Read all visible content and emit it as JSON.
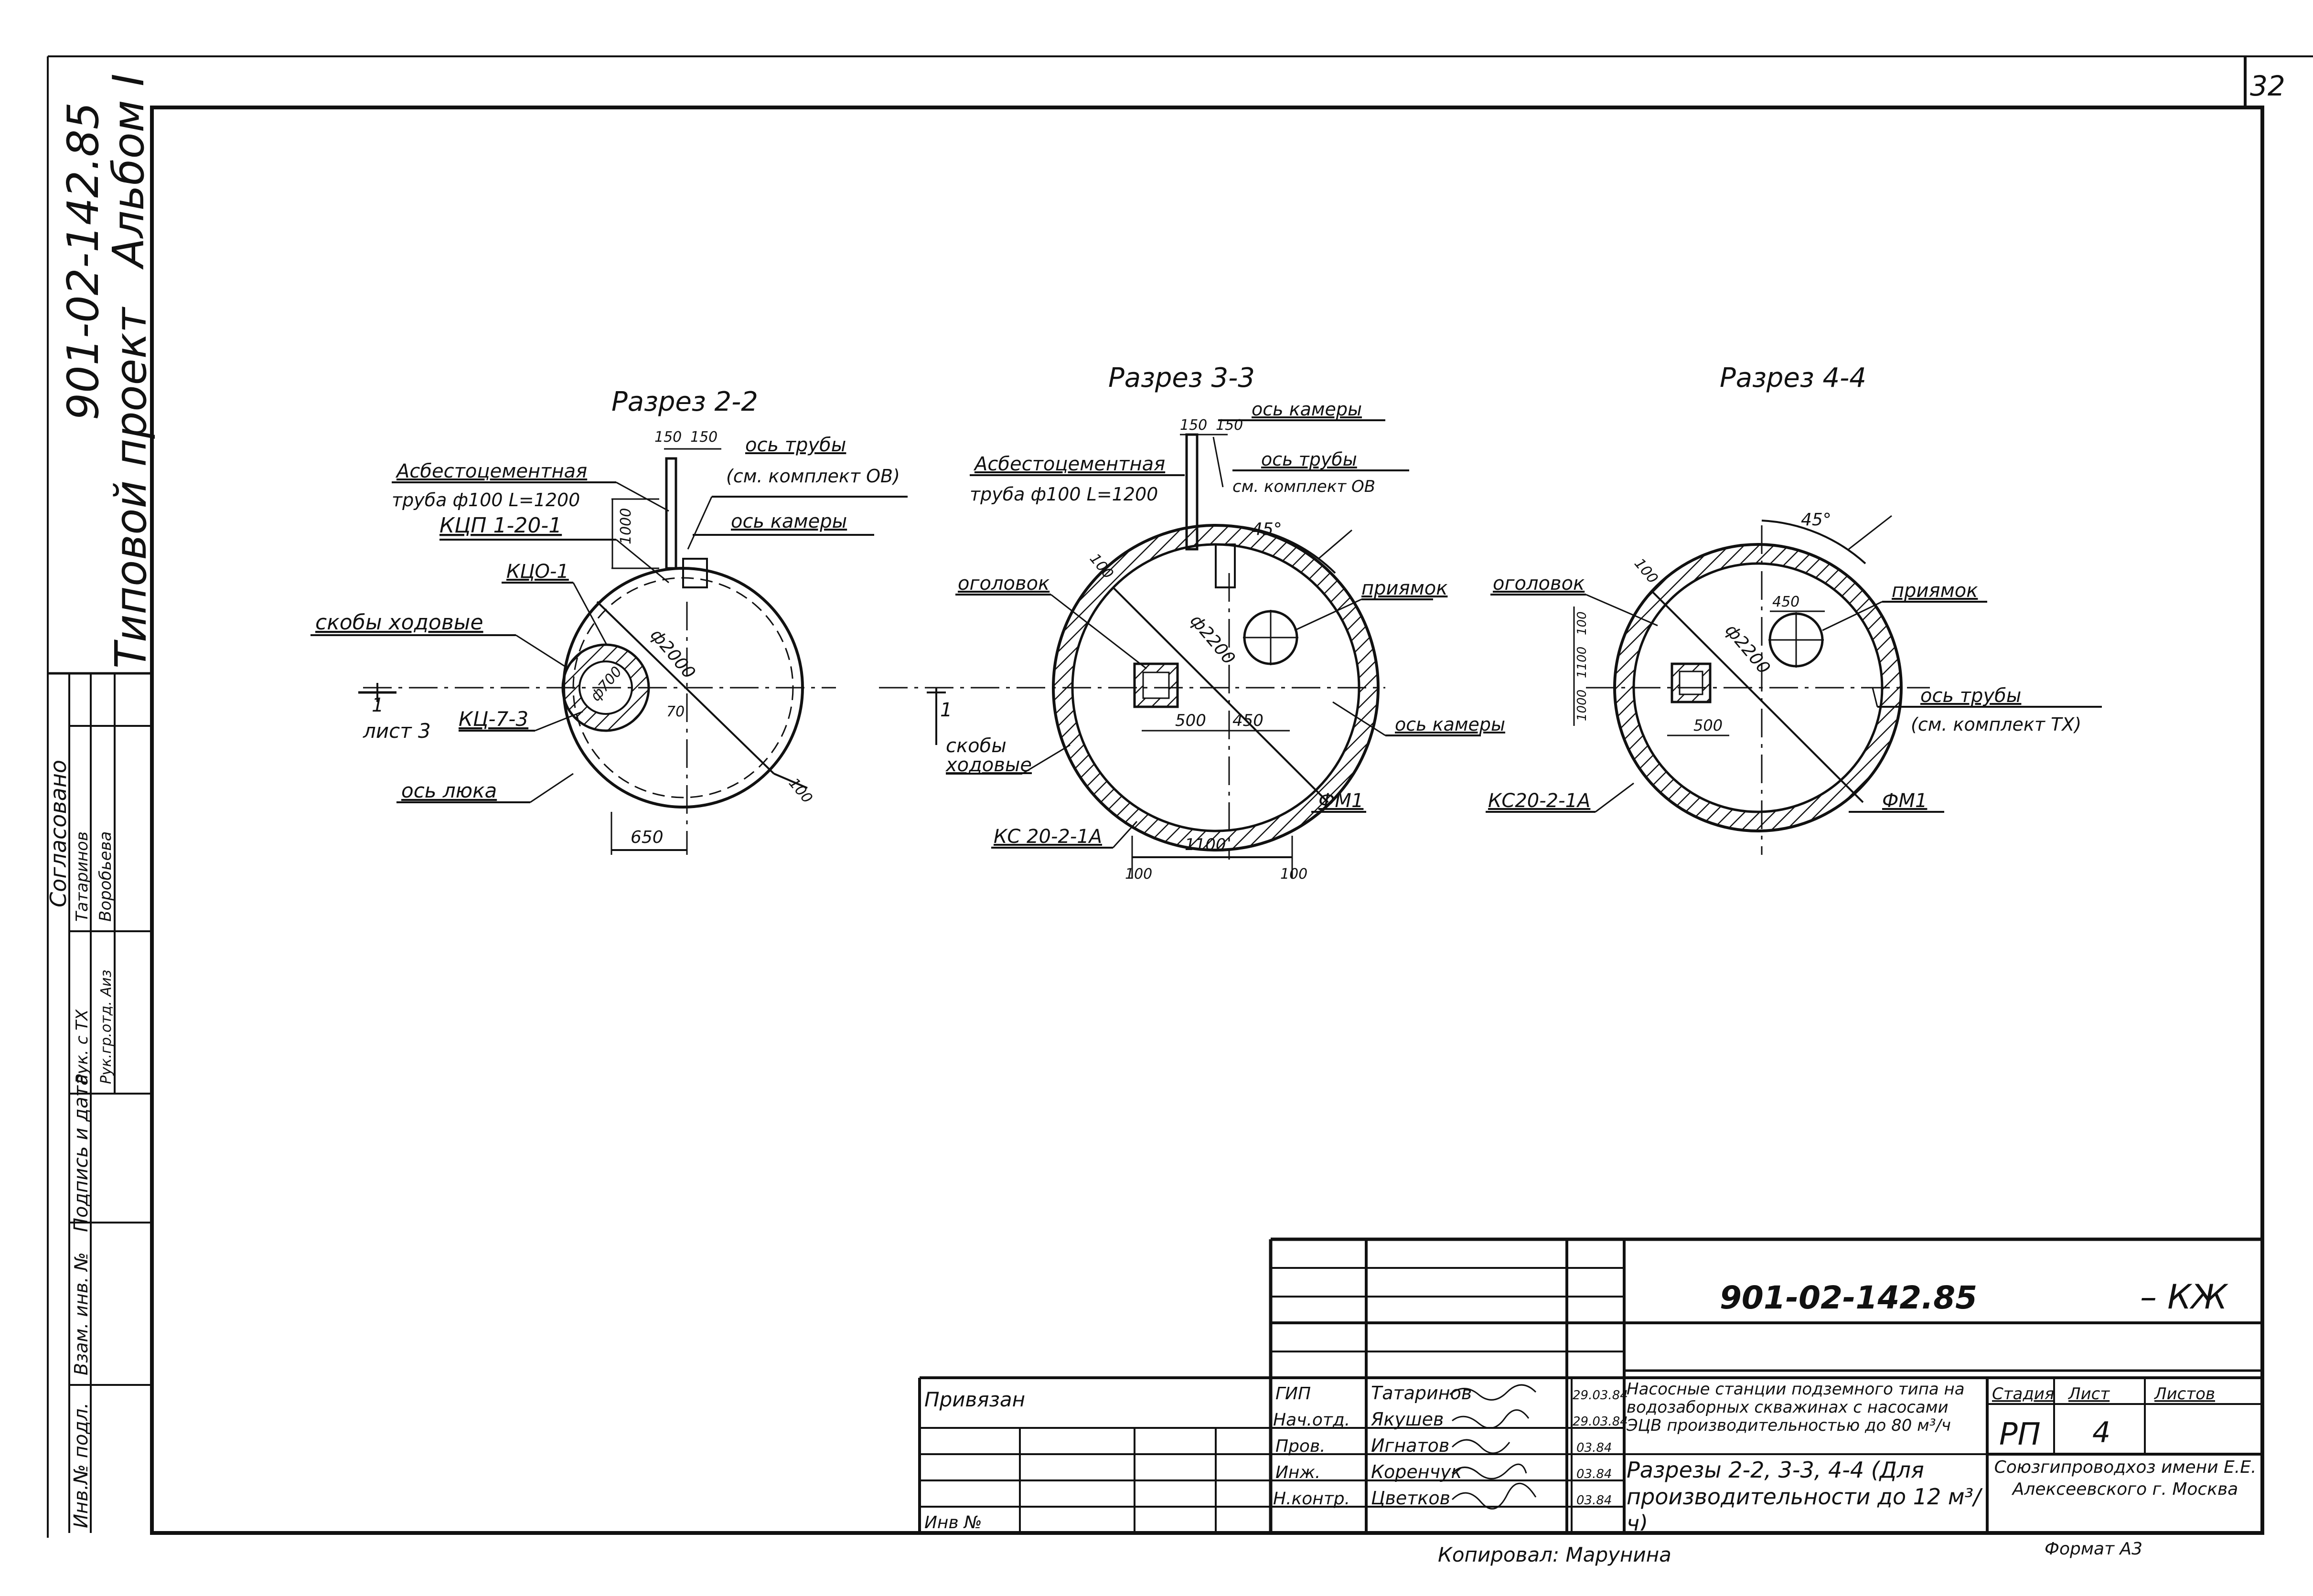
{
  "sheet": {
    "page_number": "32",
    "project_number": "901-02-142.85",
    "album": "Альбом I",
    "project_type": "Типовой проект"
  },
  "side_stamp": {
    "agreed": "Согласовано",
    "ruk_tx": "Рук. с ТХ",
    "tatarinov": "Татаринов",
    "ruk_gr": "Рук.гр.отд. Аиз",
    "vorobieva": "Воробьева",
    "vzam_inv": "Взам. инв. №",
    "podpis_data": "Подпись и дата",
    "inv_podl": "Инв.№ подл."
  },
  "section_2_2": {
    "title": "Разрез 2-2",
    "pipe_label": "Асбестоцементная",
    "pipe_spec": "труба ф100 L=1200",
    "dim_150a": "150",
    "dim_150b": "150",
    "pipe_axis": "ось трубы",
    "pipe_axis_ref": "(см. комплект ОВ)",
    "dim_1000": "1000",
    "kcp": "КЦП 1-20-1",
    "chamber_axis": "ось камеры",
    "kco": "КЦО-1",
    "ladder": "скобы ходовые",
    "dia_700": "ф700",
    "dia_2000": "ф2000",
    "dim_70": "70",
    "sheet_ref_num": "1",
    "sheet_ref": "лист 3",
    "kc": "КЦ-7-3",
    "hatch_axis": "ось люка",
    "dim_100": "100",
    "dim_650": "650"
  },
  "section_3_3": {
    "title": "Разрез 3-3",
    "dim_150a": "150",
    "dim_150b": "150",
    "chamber_axis_top": "ось камеры",
    "pipe_label": "Асбестоцементная",
    "pipe_spec": "труба ф100 L=1200",
    "pipe_axis": "ось трубы",
    "pipe_axis_ref": "см. комплект ОВ",
    "angle": "45°",
    "head": "оголовок",
    "dim_100_top": "100",
    "dia_2200": "ф2200",
    "sump": "приямок",
    "ladder_1": "скобы",
    "ladder_2": "ходовые",
    "dim_500": "500",
    "dim_450": "450",
    "chamber_axis": "ось камеры",
    "ring": "КС 20-2-1А",
    "fm": "ФМ1",
    "dim_1100": "1100",
    "dim_100a": "100",
    "dim_100b": "100",
    "cut_mark": "1"
  },
  "section_4_4": {
    "title": "Разрез 4-4",
    "angle": "45°",
    "head": "оголовок",
    "dim_100": "100",
    "dim_450": "450",
    "sump": "приямок",
    "dia_2200": "ф2200",
    "dim_v100": "100",
    "dim_v1100": "1100",
    "dim_v1000": "1000",
    "pipe_axis": "ось трубы",
    "pipe_axis_ref": "(см. комплект ТХ)",
    "dim_500": "500",
    "ring": "КС20-2-1А",
    "fm": "ФМ1"
  },
  "title_block": {
    "code": "901-02-142.85",
    "kzh": "– КЖ",
    "privyazan": "Привязан",
    "inv_no": "Инв №",
    "roles": [
      "ГИП",
      "Нач.отд.",
      "Пров.",
      "Инж.",
      "Н.контр."
    ],
    "names": [
      "Татаринов",
      "Якушев",
      "Игнатов",
      "Коренчук",
      "Цветков"
    ],
    "dates": [
      "29.03.84",
      "29.03.84",
      "03.84",
      "03.84",
      "03.84"
    ],
    "description": "Насосные станции подземного типа на водозаборных скважинах с насосами ЭЦВ производительностью до 80 м³/ч",
    "sheet_title": "Разрезы 2-2, 3-3, 4-4 (Для производительности до 12 м³/ч)",
    "stage_h": "Стадия",
    "sheet_h": "Лист",
    "sheets_h": "Листов",
    "stage": "РП",
    "sheet": "4",
    "org": "Союзгипроводхоз имени Е.Е. Алексеевского г. Москва",
    "format": "Формат А3",
    "copied": "Копировал: Марунина"
  }
}
